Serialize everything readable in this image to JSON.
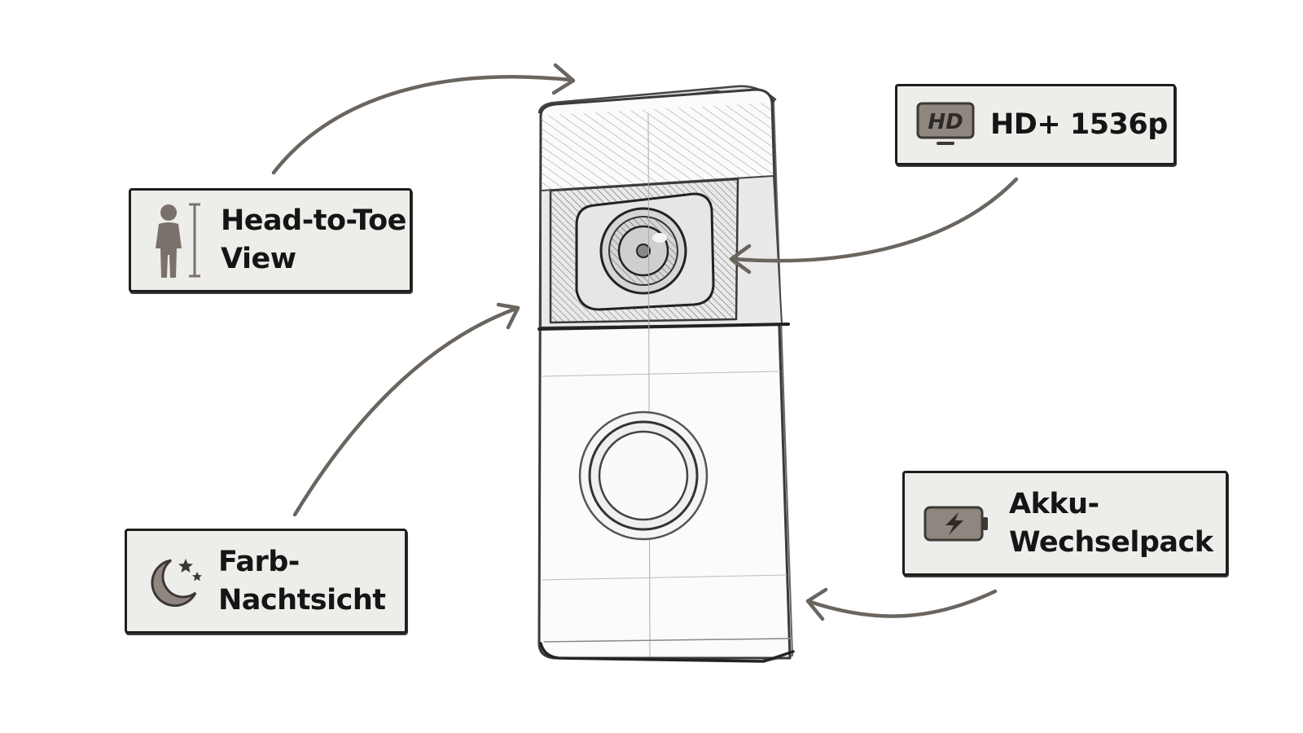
{
  "callouts": {
    "head_to_toe": {
      "icon": "person-height-icon",
      "lines": [
        "Head-to-Toe",
        "View"
      ]
    },
    "hd": {
      "icon": "hd-monitor-icon",
      "badge": "HD",
      "lines": [
        "HD+ 1536p"
      ]
    },
    "night_vision": {
      "icon": "moon-stars-icon",
      "lines": [
        "Farb-",
        "Nachtsicht"
      ]
    },
    "battery": {
      "icon": "battery-charging-icon",
      "lines": [
        "Akku-",
        "Wechselpack"
      ]
    }
  },
  "colors": {
    "label_background": "#ededea",
    "label_border": "#1e1e1e",
    "arrow": "#6b655f",
    "sketch_line": "#555555",
    "icon_fill": "#7a716a"
  }
}
